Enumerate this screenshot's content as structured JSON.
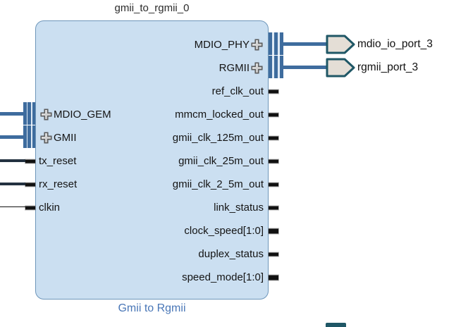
{
  "block_diagram": {
    "instance": {
      "title": "gmii_to_rgmii_0",
      "type_label": "Gmii to Rgmii",
      "right_interface_ports": [
        {
          "label": "MDIO_PHY"
        },
        {
          "label": "RGMII"
        }
      ],
      "right_pins": [
        {
          "label": "ref_clk_out",
          "bus": false
        },
        {
          "label": "mmcm_locked_out",
          "bus": false
        },
        {
          "label": "gmii_clk_125m_out",
          "bus": false
        },
        {
          "label": "gmii_clk_25m_out",
          "bus": false
        },
        {
          "label": "gmii_clk_2_5m_out",
          "bus": false
        },
        {
          "label": "link_status",
          "bus": false
        },
        {
          "label": "clock_speed[1:0]",
          "bus": true
        },
        {
          "label": "duplex_status",
          "bus": false
        },
        {
          "label": "speed_mode[1:0]",
          "bus": true
        }
      ],
      "left_interface_ports": [
        {
          "label": "MDIO_GEM"
        },
        {
          "label": "GMII"
        }
      ],
      "left_pins": [
        {
          "label": "tx_reset"
        },
        {
          "label": "rx_reset"
        },
        {
          "label": "clkin"
        }
      ]
    },
    "external_ports": [
      {
        "label": "mdio_io_port_3"
      },
      {
        "label": "rgmii_port_3"
      }
    ],
    "icons": {
      "interface_expand": "plus-icon",
      "external_port_shape": "right-pointing-pentagon"
    },
    "colors": {
      "block_fill": "#cbdff1",
      "block_border": "#6e96ba",
      "interface_net": "#3e6c9e",
      "bar_gap": "#dfeaf5",
      "pin_stub": "#111111",
      "reset_wire": "#233140",
      "clk_wire": "#111111",
      "ext_port_fill": "#e4ded6",
      "ext_port_border": "#1f5766",
      "type_label_color": "#4a77b7",
      "title_color": "#2b2b2b"
    }
  }
}
